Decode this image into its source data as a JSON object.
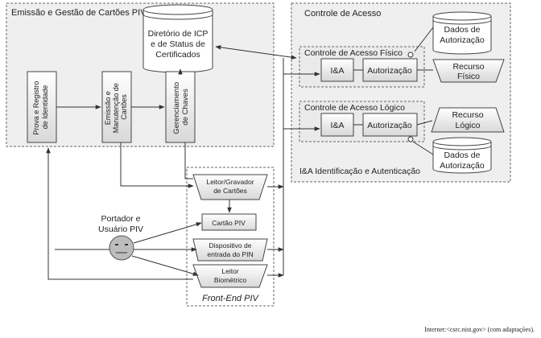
{
  "emissao": {
    "title": "Emissão e Gestão de Cartões PIV",
    "diretorio": [
      "Diretório de ICP",
      "e de Status de",
      "Certificados"
    ],
    "prova": [
      "Prova e Registro",
      "de Identidade"
    ],
    "emissao_manut": [
      "Emissão e",
      "Manutenção de",
      "Cartões"
    ],
    "gerenciamento": [
      "Gerenciamento",
      "de Chaves"
    ]
  },
  "controle": {
    "title": "Controle de Acesso",
    "dados_top": [
      "Dados de",
      "Autorização"
    ],
    "fisico": {
      "title": "Controle de Acesso Físico",
      "ia": "I&A",
      "autorizacao": "Autorização",
      "recurso": [
        "Recurso",
        "Físico"
      ]
    },
    "logico": {
      "title": "Controle de Acesso Lógico",
      "ia": "I&A",
      "autorizacao": "Autorização",
      "recurso": [
        "Recurso",
        "Lógico"
      ]
    },
    "dados_bottom": [
      "Dados de",
      "Autorização"
    ],
    "legend": "I&A Identificação e Autenticação"
  },
  "portador": [
    "Portador e",
    "Usuário PIV"
  ],
  "frontend": {
    "title": "Front-End PIV",
    "leitor_gravador": [
      "Leitor/Gravador",
      "de Cartões"
    ],
    "cartao": "Cartão PIV",
    "dispositivo": [
      "Dispositivo de",
      "entrada do PIN"
    ],
    "biometrico": [
      "Leitor",
      "Biométrico"
    ]
  },
  "source": "Internet:<csrc.nist.gov> (com adaptações)."
}
